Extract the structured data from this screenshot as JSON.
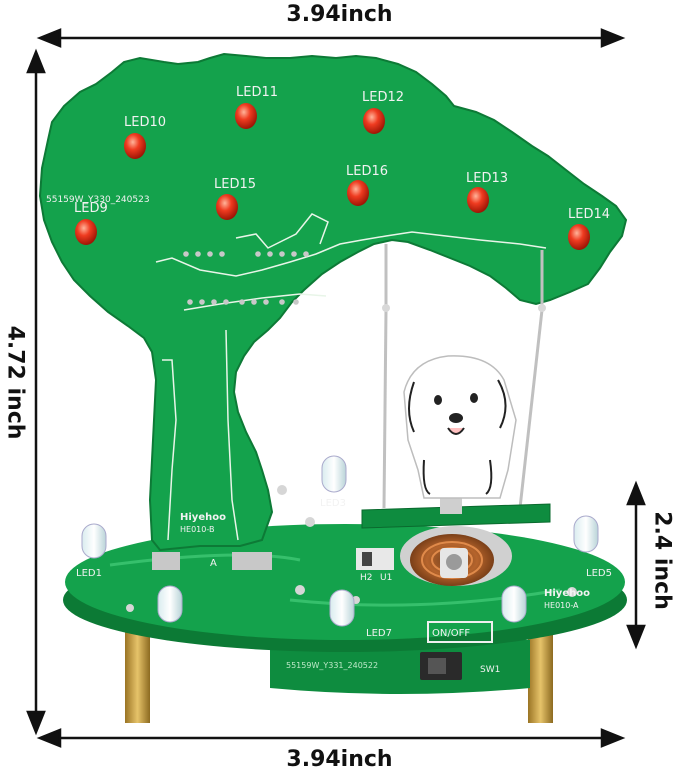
{
  "dimensions": {
    "top_width": "3.94inch",
    "bottom_width": "3.94inch",
    "height": "4.72 inch",
    "base_height": "2.4 inch"
  },
  "tree_board": {
    "led_labels": [
      "LED9",
      "LED10",
      "LED11",
      "LED12",
      "LED13",
      "LED14",
      "LED15",
      "LED16"
    ],
    "part_code": "55159W_Y330_240523"
  },
  "base_board": {
    "led_labels": [
      "LED1",
      "LED3",
      "LED5",
      "LED7"
    ],
    "brand": "Hiyehoo",
    "model_b": "HE010-B",
    "model_a": "HE010-A",
    "switch_label": "ON/OFF",
    "switch_ref": "SW1",
    "h2": "H2",
    "u1": "U1",
    "mark_a": "A",
    "bottom_code": "55159W_Y331_240522"
  },
  "colors": {
    "pcb_green": "#14a24c",
    "pcb_dark": "#0d7a36",
    "led_red": "#e8321c",
    "brass": "#c9a24a"
  }
}
